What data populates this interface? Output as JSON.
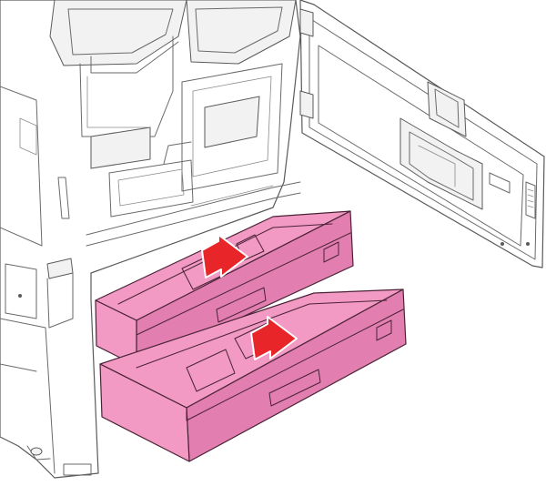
{
  "figure": {
    "subject": "printer-with-open-side-door-and-two-pulled-paper-trays",
    "colors": {
      "tray_highlight": "#f29ac4",
      "tray_shadow": "#e37fb0",
      "tray_dark": "#c96596",
      "arrow_fill": "#e8262a",
      "outline": "#5a5a5a",
      "background": "#ffffff"
    },
    "trays": [
      {
        "name": "upper-paper-tray",
        "state": "pulled-out"
      },
      {
        "name": "lower-paper-tray",
        "state": "pulled-out"
      }
    ],
    "arrows": [
      {
        "name": "upper-tray-pull-arrow",
        "direction": "outward"
      },
      {
        "name": "lower-tray-pull-arrow",
        "direction": "outward"
      }
    ]
  }
}
